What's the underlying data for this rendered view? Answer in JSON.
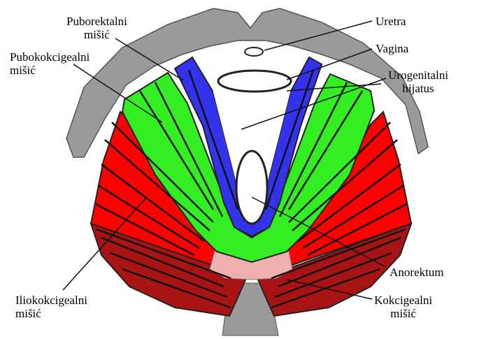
{
  "colors": {
    "bone": "#9a9a9a",
    "levator_blue": "#3333ee",
    "levator_green": "#33ee22",
    "levator_red": "#ff0000",
    "coccygeus_dark_red": "#a81414",
    "perineal_pink": "#f0b0b0",
    "outline": "#222222"
  },
  "labels": {
    "uretra": "Uretra",
    "vagina": "Vagina",
    "urogenitalni": [
      "Urogenitalni",
      "hijatus"
    ],
    "puborektalni": [
      "Puborektalni",
      "mišić"
    ],
    "pubokokcigealni": [
      "Pubokokcigealni",
      "mišić"
    ],
    "anorektum": "Anorektum",
    "iliokokcigealni": [
      "Iliokokcigealni",
      "mišić"
    ],
    "kokcigealni": [
      "Kokcigealni",
      "mišić"
    ]
  }
}
